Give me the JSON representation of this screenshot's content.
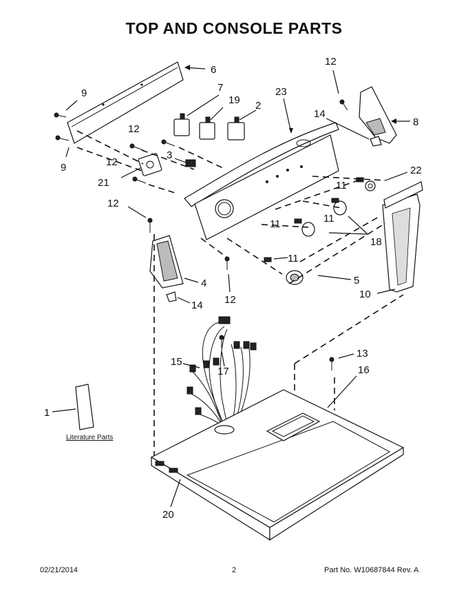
{
  "title": "TOP AND CONSOLE PARTS",
  "literature_label": "Literature Parts",
  "callouts": [
    {
      "id": "c6",
      "label": "6"
    },
    {
      "id": "c9a",
      "label": "9"
    },
    {
      "id": "c9b",
      "label": "9"
    },
    {
      "id": "c7",
      "label": "7"
    },
    {
      "id": "c19",
      "label": "19"
    },
    {
      "id": "c2",
      "label": "2"
    },
    {
      "id": "c23",
      "label": "23"
    },
    {
      "id": "c12a",
      "label": "12"
    },
    {
      "id": "c14a",
      "label": "14"
    },
    {
      "id": "c8",
      "label": "8"
    },
    {
      "id": "c12b",
      "label": "12"
    },
    {
      "id": "c3",
      "label": "3"
    },
    {
      "id": "c12c",
      "label": "12"
    },
    {
      "id": "c21",
      "label": "21"
    },
    {
      "id": "c12d",
      "label": "12"
    },
    {
      "id": "c22",
      "label": "22"
    },
    {
      "id": "c11a",
      "label": "11"
    },
    {
      "id": "c11b",
      "label": "11"
    },
    {
      "id": "c11c",
      "label": "11"
    },
    {
      "id": "c18",
      "label": "18"
    },
    {
      "id": "c11d",
      "label": "11"
    },
    {
      "id": "c4",
      "label": "4"
    },
    {
      "id": "c5",
      "label": "5"
    },
    {
      "id": "c10",
      "label": "10"
    },
    {
      "id": "c14b",
      "label": "14"
    },
    {
      "id": "c12e",
      "label": "12"
    },
    {
      "id": "c15",
      "label": "15"
    },
    {
      "id": "c17",
      "label": "17"
    },
    {
      "id": "c13",
      "label": "13"
    },
    {
      "id": "c16",
      "label": "16"
    },
    {
      "id": "c1",
      "label": "1"
    },
    {
      "id": "c20",
      "label": "20"
    }
  ],
  "footer": {
    "date": "02/21/2014",
    "page": "2",
    "part_no": "Part No. W10687844  Rev. A"
  }
}
